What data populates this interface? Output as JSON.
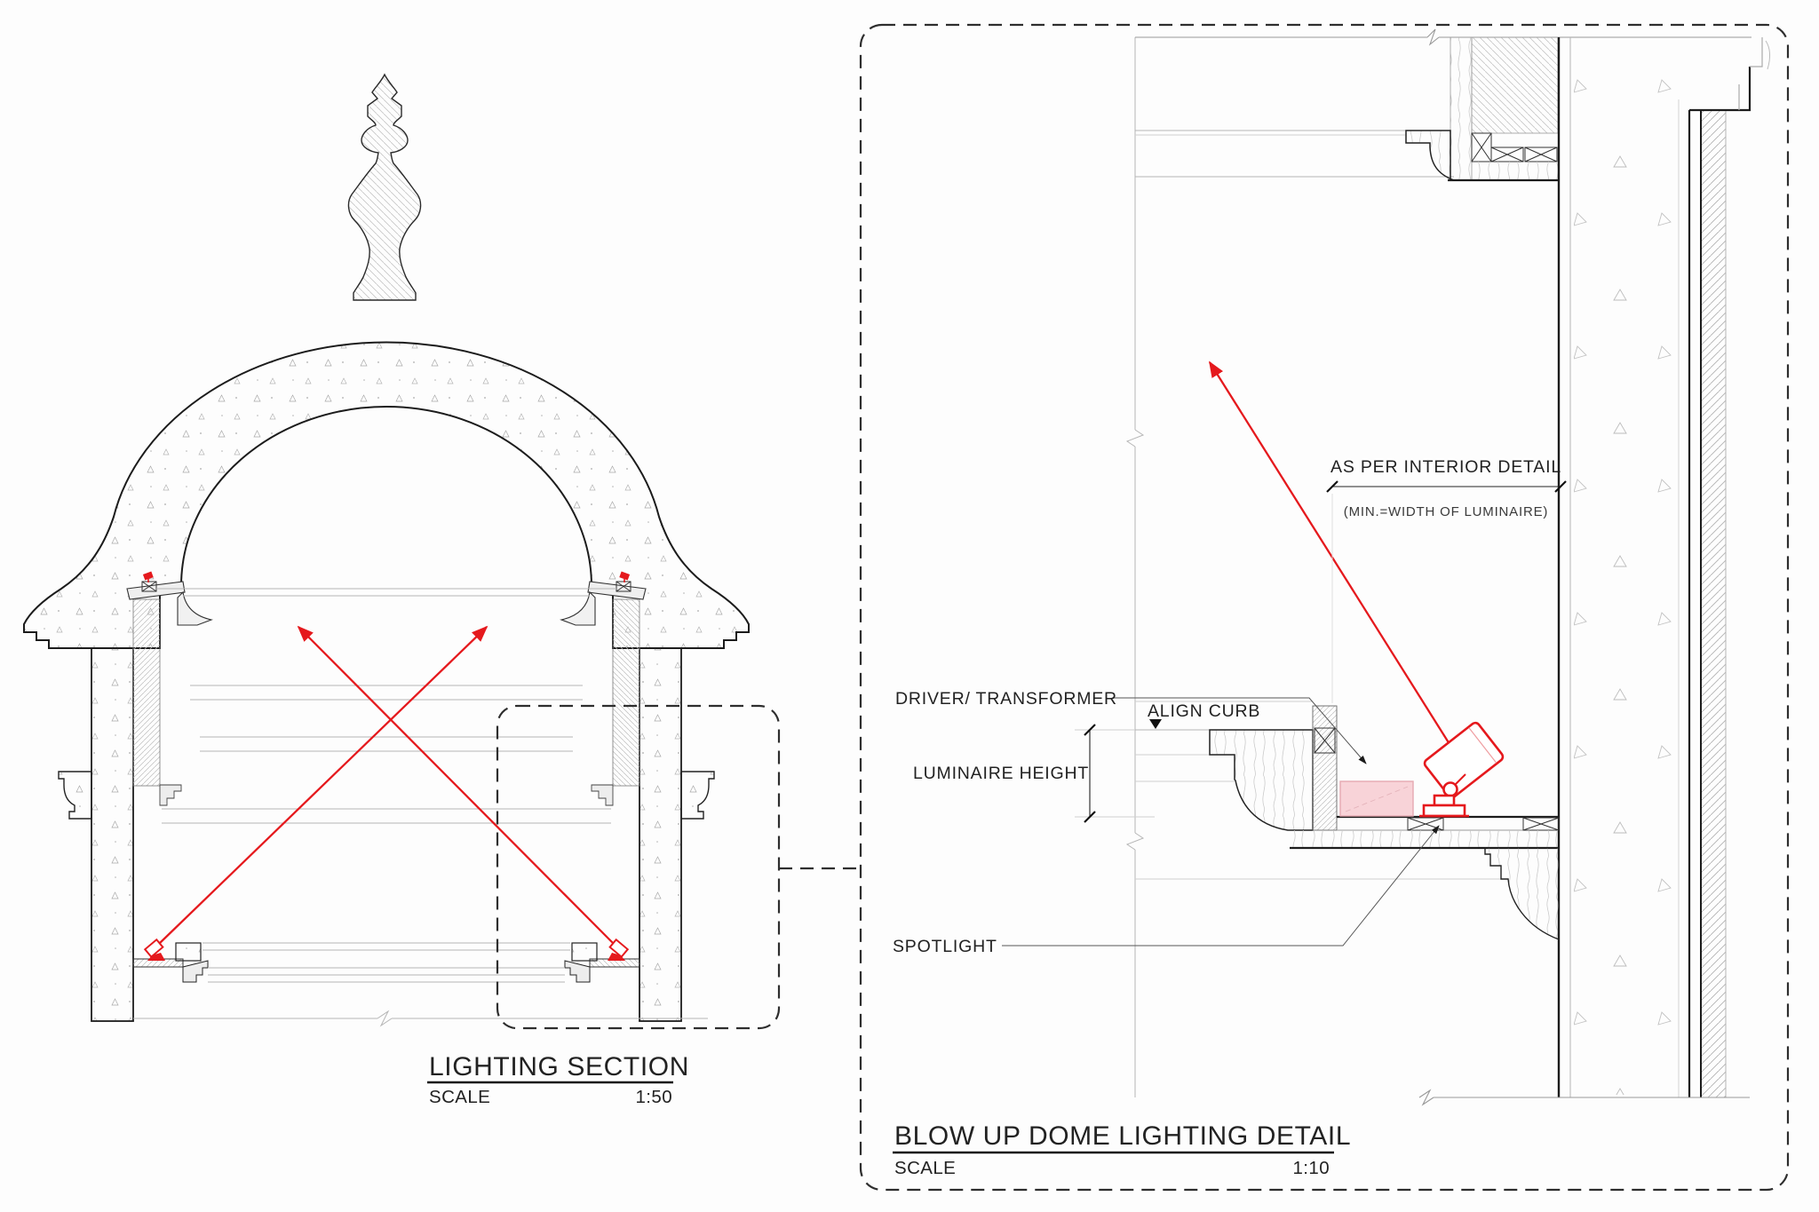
{
  "colors": {
    "red": "#e5191d",
    "pink": "#f8d3d8",
    "pink_stroke": "#e5a9b2",
    "ink": "#222222",
    "line_light": "#b5b5b5"
  },
  "lighting_section": {
    "title": "LIGHTING SECTION",
    "scale_label": "SCALE",
    "scale_value": "1:50"
  },
  "blow_up_detail": {
    "title": "BLOW UP DOME LIGHTING DETAIL",
    "scale_label": "SCALE",
    "scale_value": "1:10",
    "annotations": {
      "as_per_interior_detail": "AS PER INTERIOR DETAIL",
      "min_width_note": "(MIN.=WIDTH OF LUMINAIRE)",
      "driver_transformer": "DRIVER/ TRANSFORMER",
      "align_curb": "ALIGN CURB",
      "luminaire_height": "LUMINAIRE HEIGHT",
      "spotlight": "SPOTLIGHT"
    }
  }
}
